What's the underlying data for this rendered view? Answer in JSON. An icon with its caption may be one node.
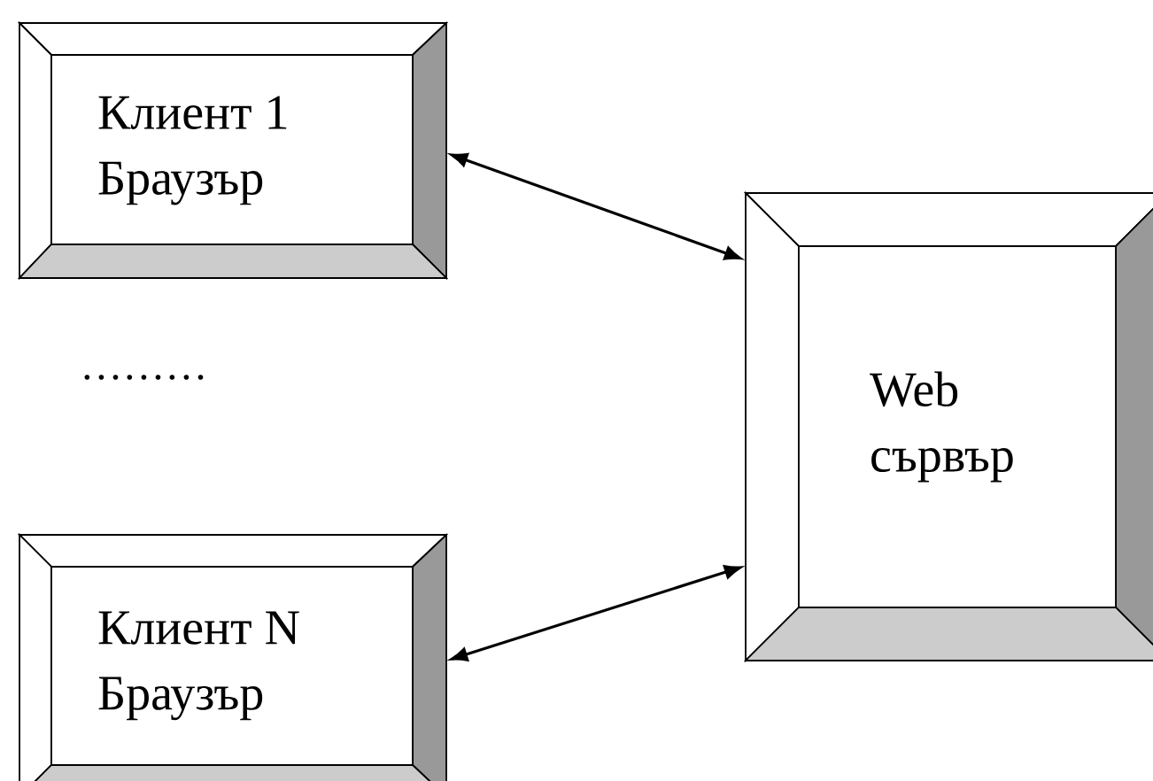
{
  "diagram": {
    "nodes": [
      {
        "text": [
          "Клиент 1 Браузър"
        ]
      },
      {
        "text": [
          "Клиент N Браузър"
        ]
      },
      {
        "text": [
          "Web сървър"
        ]
      }
    ],
    "edges": [
      {
        "from": 0,
        "to": 2,
        "arrow": "both"
      },
      {
        "from": 1,
        "to": 2,
        "arrow": "both"
      }
    ],
    "labels": [
      "………"
    ]
  }
}
